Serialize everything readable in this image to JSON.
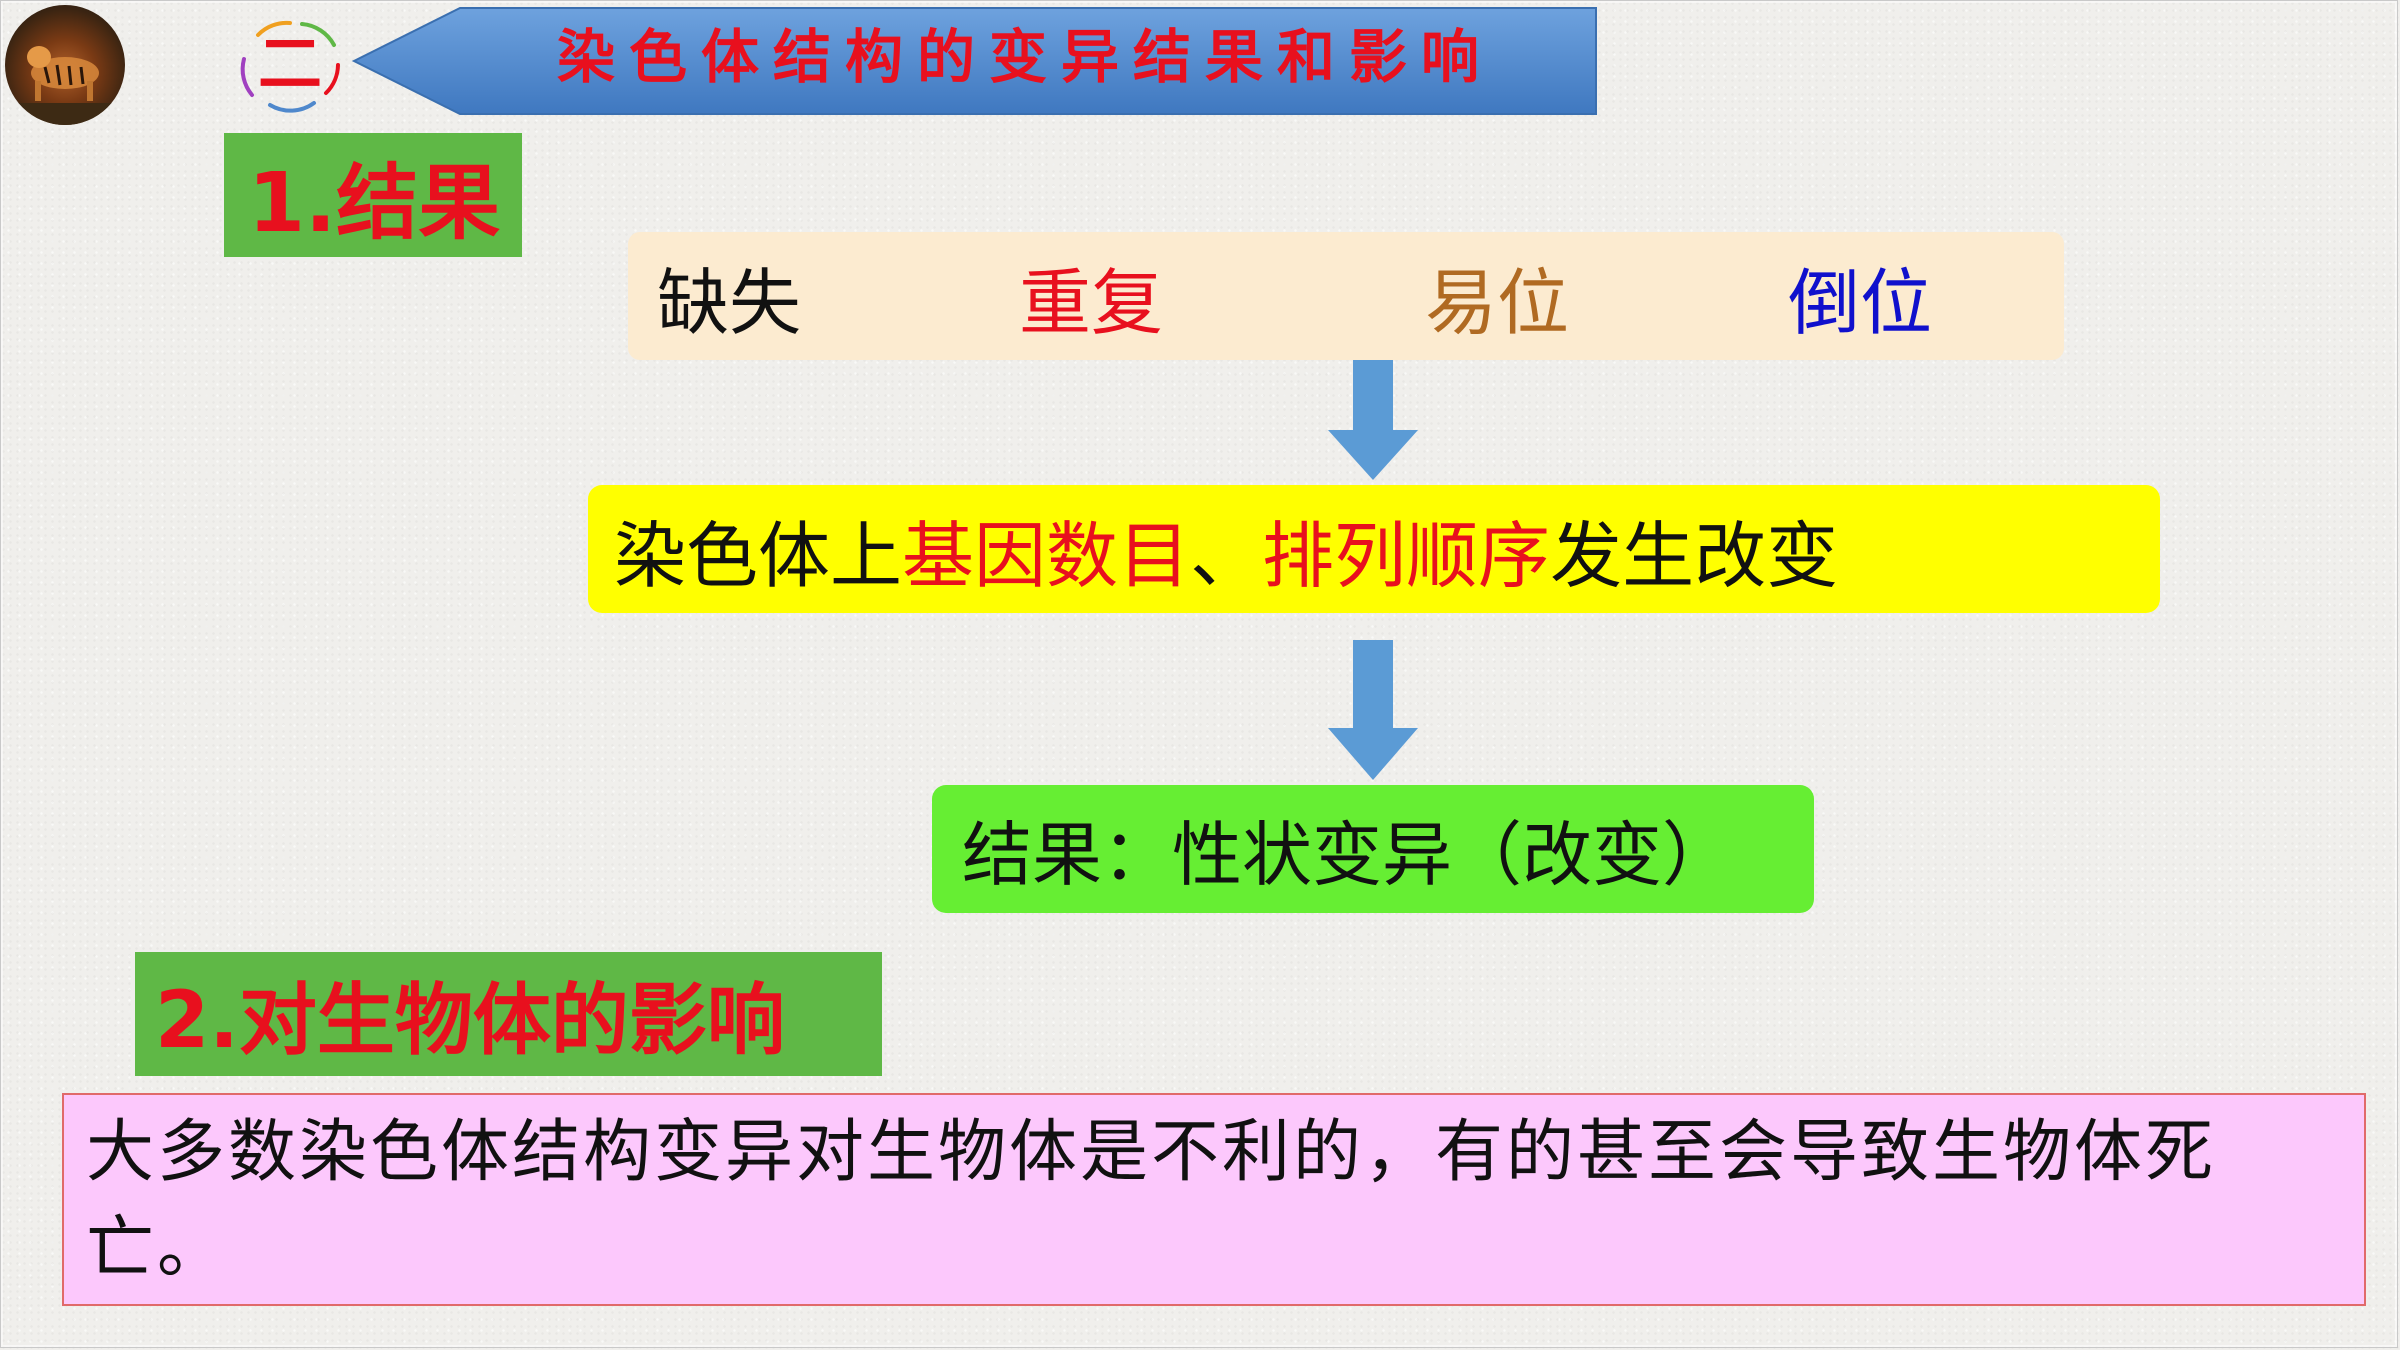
{
  "header": {
    "section_number": "二",
    "title": "染色体结构的变异结果和影响"
  },
  "section1": {
    "heading": "1.结果",
    "types": [
      "缺失",
      "重复",
      "易位",
      "倒位"
    ],
    "effect": {
      "part1": "染色体上",
      "part2": "基因数目",
      "part3": "、",
      "part4": "排列顺序",
      "part5": "发生改变"
    },
    "result": "结果：性状变异（改变）"
  },
  "section2": {
    "heading": "2.对生物体的影响",
    "text": "大多数染色体结构变异对生物体是不利的，有的甚至会导致生物体死亡。"
  },
  "colors": {
    "title_red": "#e8101e",
    "banner_blue": "#4f88cc",
    "label_green": "#5fb846",
    "arrow_blue": "#5b9bd5",
    "yellow": "#ffff00",
    "bright_green": "#66ee33",
    "pink": "#fcc8fc",
    "type_orange": "#b06a22",
    "type_blue": "#1010cc"
  }
}
